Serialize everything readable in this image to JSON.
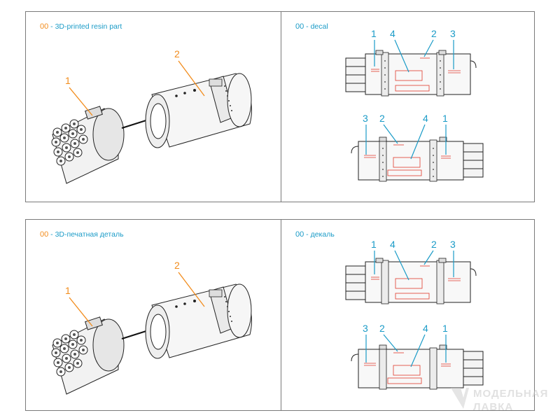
{
  "panels": {
    "top_left": {
      "num": "00",
      "caption": " - 3D-printed resin part"
    },
    "top_right": {
      "num": "00",
      "caption": " - decal"
    },
    "bottom_left": {
      "num": "00",
      "caption": " - 3D-печатная деталь"
    },
    "bottom_right": {
      "num": "00",
      "caption": " - декаль"
    }
  },
  "part_callouts": [
    "1",
    "2"
  ],
  "decal_callouts": {
    "top_view": [
      "1",
      "4",
      "2",
      "3"
    ],
    "bottom_view": [
      "3",
      "2",
      "4",
      "1"
    ]
  },
  "watermark": {
    "line1": "МОДЕЛЬНАЯ",
    "line2": "ЛАВКА"
  },
  "colors": {
    "accent_orange": "#f28c1c",
    "accent_blue": "#1a9bc7",
    "decal_red": "#e03a2c",
    "border": "#7a7a7a"
  }
}
